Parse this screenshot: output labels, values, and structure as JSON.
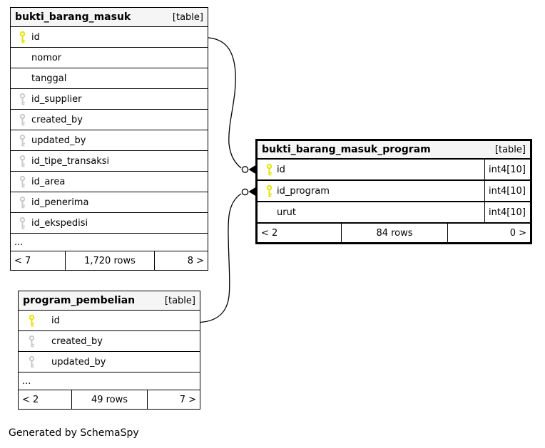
{
  "colors": {
    "pk-color": "#e3e300",
    "fk-color": "#c9c9c9",
    "header-bg": "#f5f5f5",
    "line-color": "#000000"
  },
  "note": "Generated by SchemaSpy",
  "tables": [
    {
      "name": "bukti_barang_masuk",
      "tag": "[table]",
      "columns": [
        {
          "name": "id"
        },
        {
          "name": "nomor"
        },
        {
          "name": "tanggal"
        },
        {
          "name": "id_supplier"
        },
        {
          "name": "created_by"
        },
        {
          "name": "updated_by"
        },
        {
          "name": "id_tipe_transaksi"
        },
        {
          "name": "id_area"
        },
        {
          "name": "id_penerima"
        },
        {
          "name": "id_ekspedisi"
        }
      ],
      "ellipsis": "...",
      "footer": {
        "left": "< 7",
        "center": "1,720 rows",
        "right": "8 >"
      }
    },
    {
      "name": "bukti_barang_masuk_program",
      "tag": "[table]",
      "columns": [
        {
          "name": "id",
          "type": "int4[10]"
        },
        {
          "name": "id_program",
          "type": "int4[10]"
        },
        {
          "name": "urut",
          "type": "int4[10]"
        }
      ],
      "footer": {
        "left": "< 2",
        "center": "84 rows",
        "right": "0 >"
      }
    },
    {
      "name": "program_pembelian",
      "tag": "[table]",
      "columns": [
        {
          "name": "id"
        },
        {
          "name": "created_by"
        },
        {
          "name": "updated_by"
        }
      ],
      "ellipsis": "...",
      "footer": {
        "left": "< 2",
        "center": "49 rows",
        "right": "7 >"
      }
    }
  ],
  "relationships": [
    {
      "from_table": "bukti_barang_masuk",
      "from_column": "id",
      "to_table": "bukti_barang_masuk_program",
      "to_column": "id"
    },
    {
      "from_table": "program_pembelian",
      "from_column": "id",
      "to_table": "bukti_barang_masuk_program",
      "to_column": "id_program"
    }
  ]
}
